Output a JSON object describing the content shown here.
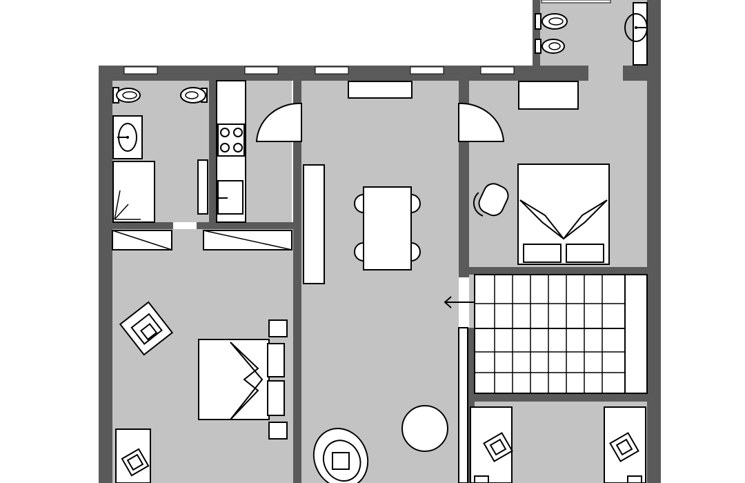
{
  "plan": {
    "type": "floor-plan",
    "colors": {
      "wall": "#5a5a5a",
      "floor": "#c3c3c3",
      "fixture": "#ffffff",
      "outline": "#000000",
      "background": "#ffffff"
    },
    "rooms": [
      "bathroom-left",
      "kitchen",
      "bedroom-left",
      "living-dining",
      "bedroom-right",
      "bathroom-top-right",
      "staircase",
      "bedroom-bottom-right"
    ],
    "labels": []
  }
}
